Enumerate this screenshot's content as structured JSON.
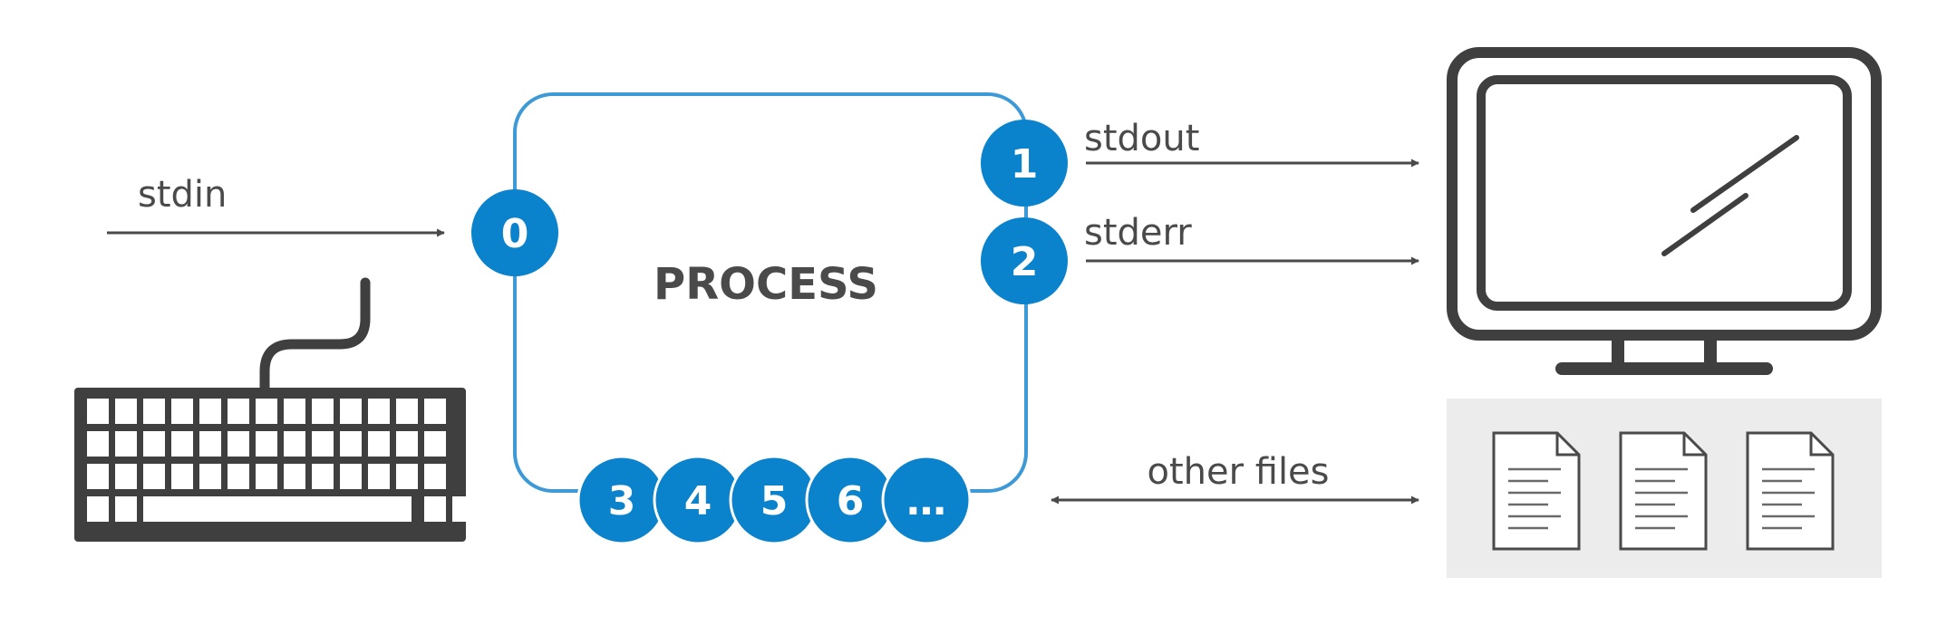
{
  "process": {
    "label": "PROCESS"
  },
  "streams": {
    "stdin": "stdin",
    "stdout": "stdout",
    "stderr": "stderr",
    "other_files": "other files"
  },
  "descriptors": {
    "stdin_fd": "0",
    "stdout_fd": "1",
    "stderr_fd": "2",
    "others": [
      "3",
      "4",
      "5",
      "6",
      "…"
    ]
  },
  "colors": {
    "process_border": "#3d9ad6",
    "descriptor_fill": "#0a83cc",
    "arrow": "#4a4a4a",
    "device": "#3f3f3f",
    "files_panel": "#ececec"
  },
  "icons": [
    "keyboard-icon",
    "monitor-icon",
    "document-icon"
  ]
}
